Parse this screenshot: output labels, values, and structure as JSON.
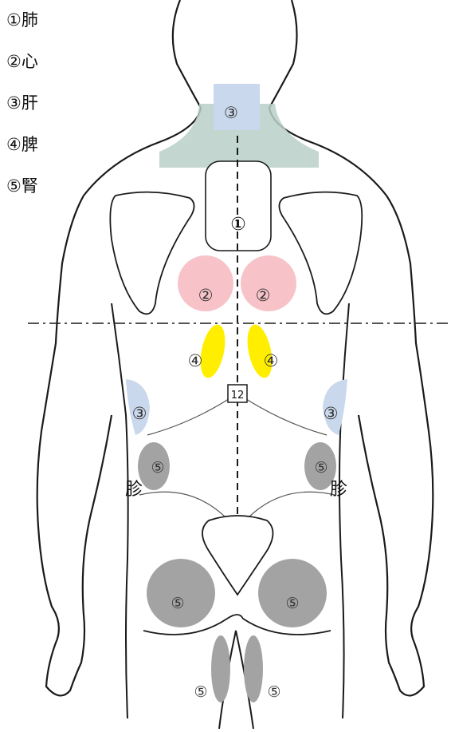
{
  "legend": [
    {
      "number": "①",
      "organ": "肺"
    },
    {
      "number": "②",
      "organ": "心"
    },
    {
      "number": "③",
      "organ": "肝"
    },
    {
      "number": "④",
      "organ": "脾"
    },
    {
      "number": "⑤",
      "organ": "腎"
    }
  ],
  "labels": {
    "neck": "③",
    "upper_back": "①",
    "left_heart": "②",
    "right_heart": "②",
    "left_spleen": "④",
    "right_spleen": "④",
    "vertebra": "12",
    "left_liver": "③",
    "right_liver": "③",
    "left_kidney": "⑤",
    "right_kidney": "⑤",
    "left_hip_word": "胗",
    "right_hip_word": "胗",
    "left_buttock": "⑤",
    "right_buttock": "⑤",
    "left_thigh": "⑤",
    "right_thigh": "⑤"
  },
  "colors": {
    "lung": "#ffffff",
    "heart": "#f7c3c9",
    "liver": "#c9d8ec",
    "spleen": "#ffee00",
    "kidney": "#a3a3a3",
    "neck_zone": "#b8cfc8",
    "outline": "#1a1a1a"
  }
}
